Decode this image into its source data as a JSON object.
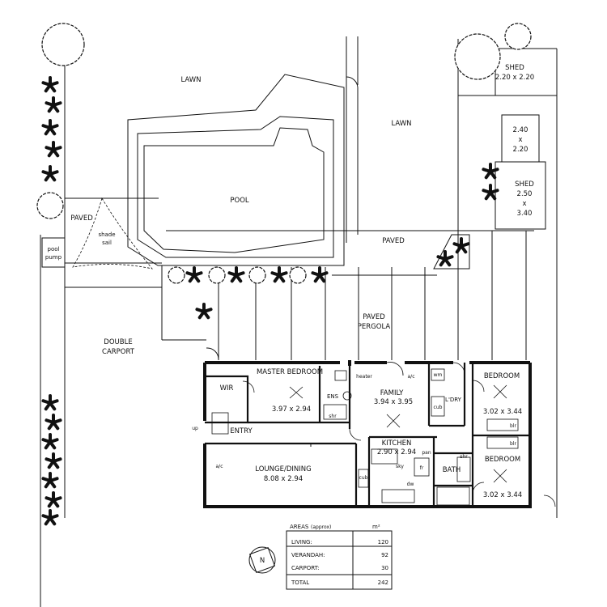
{
  "site": {
    "lawn_left": "LAWN",
    "lawn_right": "LAWN",
    "pool": "POOL",
    "paved_left": "PAVED",
    "paved_mid": "PAVED",
    "shade_sail": [
      "shade",
      "sail"
    ],
    "pool_pump": [
      "pool",
      "pump"
    ],
    "paved_pergola": [
      "PAVED",
      "PERGOLA"
    ],
    "double_carport": [
      "DOUBLE",
      "CARPORT"
    ],
    "shed_small": {
      "title": "SHED",
      "dims": "2.20 x 2.20"
    },
    "shed_box": [
      "2.40",
      "x",
      "2.20"
    ],
    "shed_large": [
      "SHED",
      "2.50",
      "x",
      "3.40"
    ]
  },
  "rooms": {
    "master_bedroom": {
      "name": "MASTER BEDROOM",
      "dims": "3.97 x 2.94"
    },
    "wir": "WIR",
    "ens": "ENS",
    "shr_ens": "shr",
    "heater": "heater",
    "ac_family": "a/c",
    "family": {
      "name": "FAMILY",
      "dims": "3.94 x 3.95"
    },
    "wm": "wm",
    "cub_laundry": "cub",
    "laundry": "L'DRY",
    "bedroom_1": {
      "name": "BEDROOM",
      "dims": "3.02 x 3.44"
    },
    "blr_1": "blr",
    "blr_2": "blr",
    "bedroom_2": {
      "name": "BEDROOM",
      "dims": "3.02 x 3.44"
    },
    "entry": "ENTRY",
    "up": "up",
    "kitchen": {
      "name": "KITCHEN",
      "dims": "2.90 x 2.94"
    },
    "pan": "pan",
    "sky": "sky",
    "fr": "fr",
    "dw": "dw",
    "shr_bath": "shr",
    "bath": "BATH",
    "ac_lounge": "a/c",
    "lounge": {
      "name": "LOUNGE/DINING",
      "dims": "8.08 x 2.94"
    },
    "cub_lounge": "cub"
  },
  "areas": {
    "title": "AREAS",
    "approx": "(approx)",
    "unit": "m²",
    "rows": [
      {
        "label": "LIVING:",
        "value": "120"
      },
      {
        "label": "VERANDAH:",
        "value": "92"
      },
      {
        "label": "CARPORT:",
        "value": "30"
      }
    ],
    "total": {
      "label": "TOTAL",
      "value": "242"
    }
  },
  "north_symbol": "N"
}
